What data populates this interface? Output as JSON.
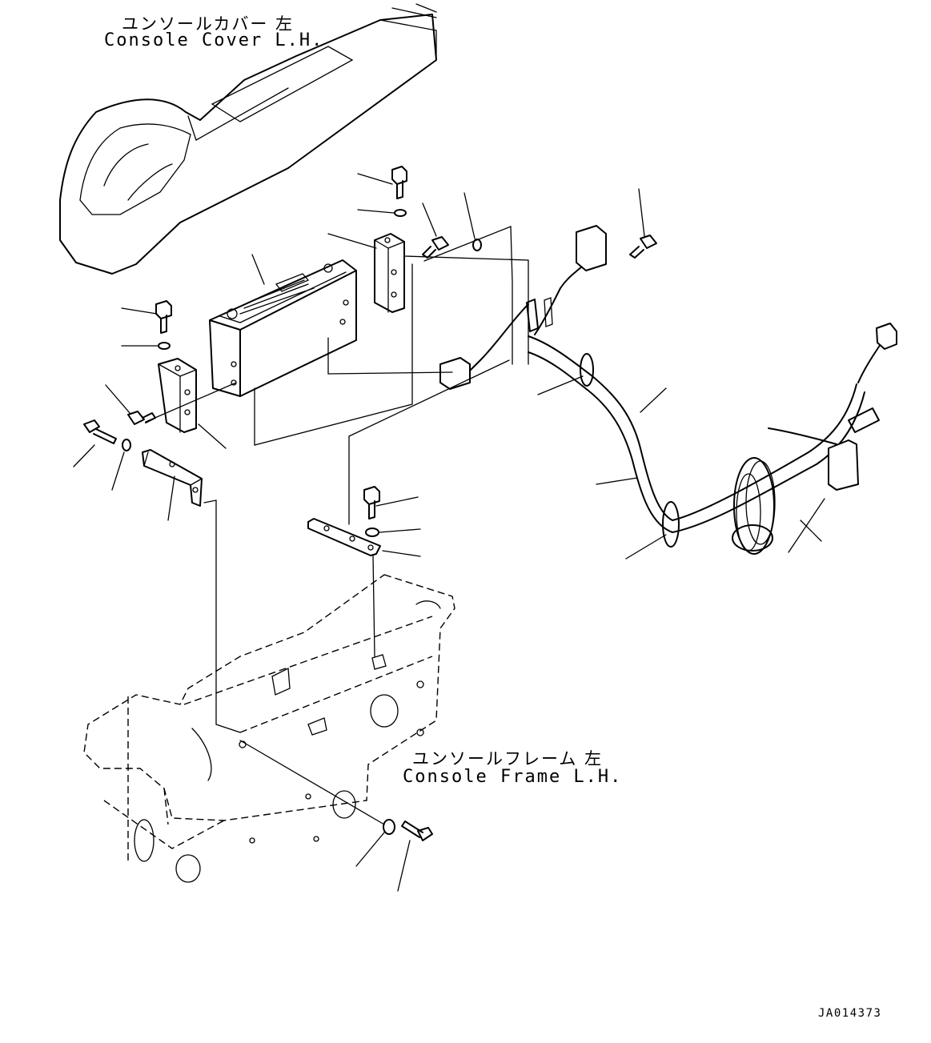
{
  "labels": {
    "console_cover_jp": "ユンソールカバー  左",
    "console_cover_en": "Console Cover L.H.",
    "console_frame_jp": "ユンソールフレーム 左",
    "console_frame_en": "Console Frame L.H.",
    "drawing_code": "JA014373"
  }
}
